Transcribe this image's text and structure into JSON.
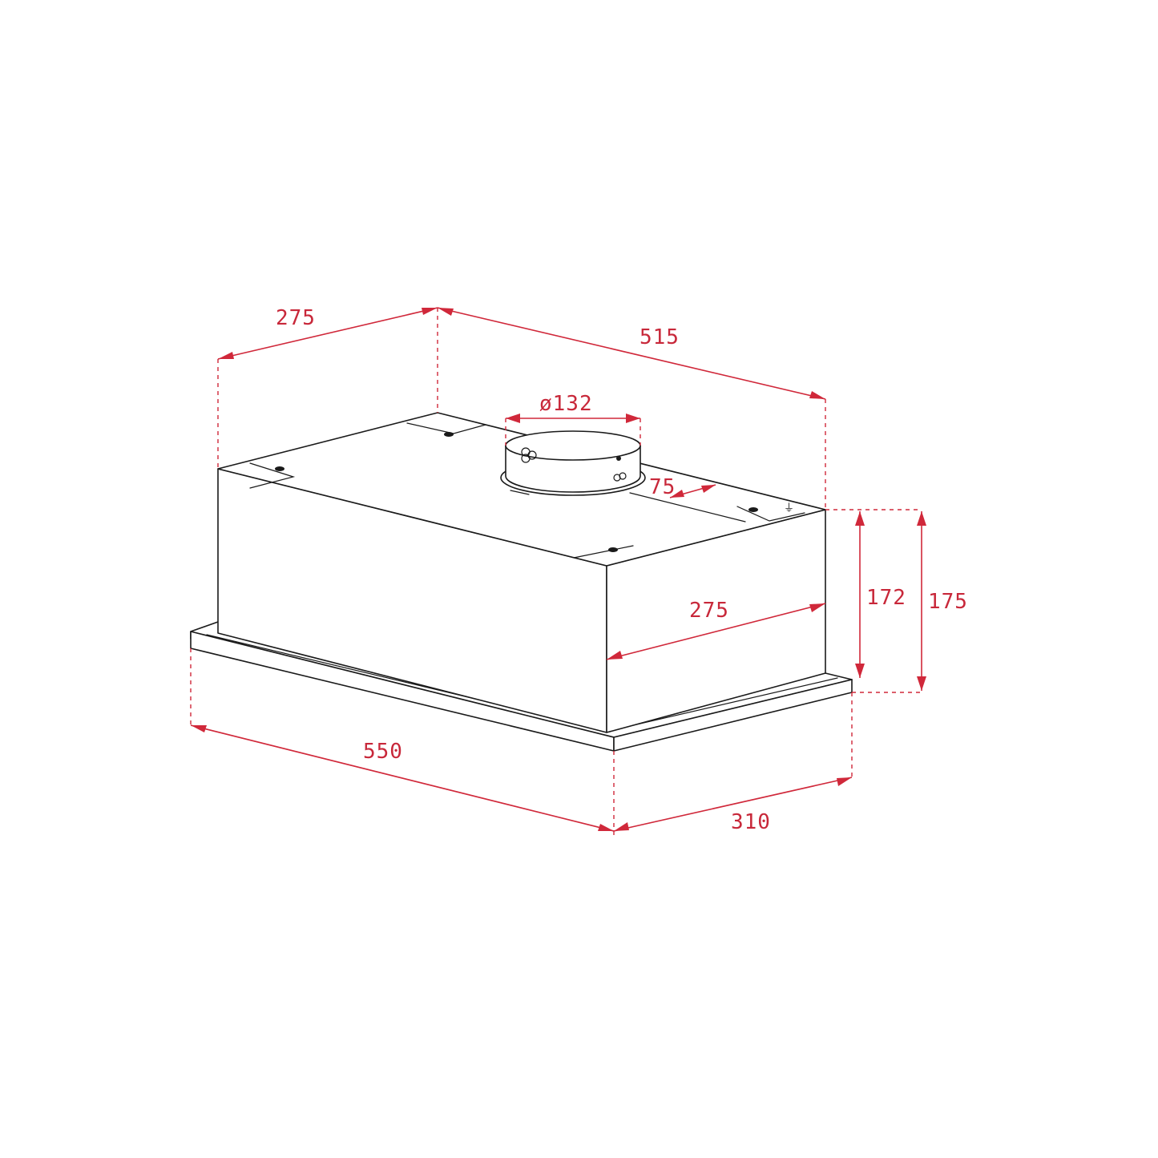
{
  "colors": {
    "dimension": "#d0283a",
    "outline": "#1a1a1a",
    "background": "#ffffff"
  },
  "dimensions": {
    "top_depth": "275",
    "top_width": "515",
    "outlet_diameter": "ø132",
    "outlet_offset": "75",
    "side_depth": "275",
    "body_height": "172",
    "total_height": "175",
    "frame_width": "550",
    "frame_depth": "310"
  }
}
